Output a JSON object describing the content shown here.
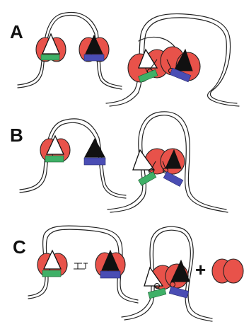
{
  "panels": [
    {
      "letter": "A"
    },
    {
      "letter": "B"
    },
    {
      "letter": "C"
    }
  ],
  "plus_sign": "+",
  "colors": {
    "protein": "#e8524a",
    "domain_left": "#3fb067",
    "domain_right": "#4a4db4",
    "dna": "#222222"
  }
}
